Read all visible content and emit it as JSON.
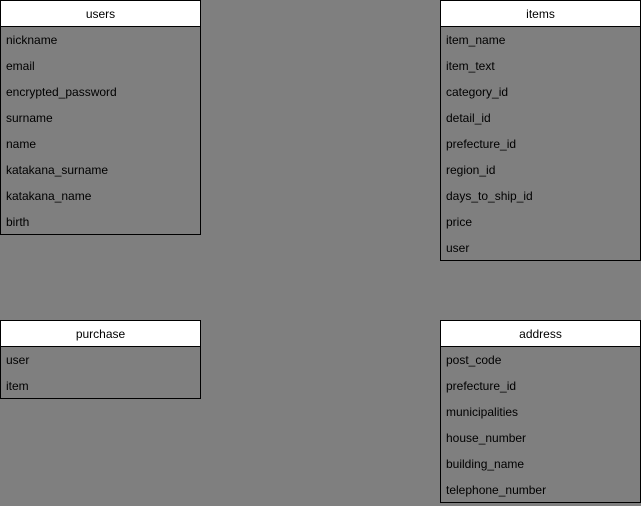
{
  "entities": {
    "users": {
      "title": "users",
      "fields": [
        "nickname",
        "email",
        "encrypted_password",
        "surname",
        "name",
        "katakana_surname",
        "katakana_name",
        "birth"
      ]
    },
    "items": {
      "title": "items",
      "fields": [
        "item_name",
        "item_text",
        "category_id",
        "detail_id",
        "prefecture_id",
        "region_id",
        "days_to_ship_id",
        "price",
        "user"
      ]
    },
    "purchase": {
      "title": "purchase",
      "fields": [
        "user",
        "item"
      ]
    },
    "address": {
      "title": "address",
      "fields": [
        "post_code",
        "prefecture_id",
        "municipalities",
        "house_number",
        "building_name",
        "telephone_number"
      ]
    }
  },
  "colors": {
    "canvas": "#7f7f7f",
    "header": "#ffffff",
    "border": "#000000"
  }
}
